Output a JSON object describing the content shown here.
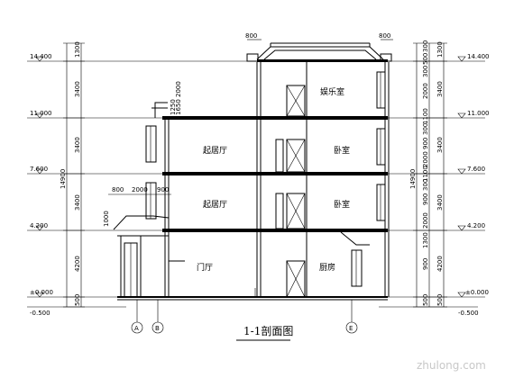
{
  "drawing": {
    "title": "1-1剖面图",
    "elevations_left": [
      "14.400",
      "11.000",
      "7.600",
      "4.200",
      "±0.000",
      "-0.500"
    ],
    "elevations_right": [
      "14.400",
      "11.000",
      "7.600",
      "4.200",
      "±0.000",
      "-0.500"
    ],
    "dims_left_outer": [
      "1300",
      "3400",
      "3400",
      "3400",
      "4200",
      "500"
    ],
    "dim_left_total": "14900",
    "dims_right_inner": [
      "300",
      "500",
      "300",
      "2000",
      "1100",
      "300",
      "900",
      "2000",
      "1100",
      "300",
      "900",
      "2000",
      "1300",
      "900",
      "500"
    ],
    "dims_right_outer": [
      "1300",
      "3400",
      "3400",
      "3400",
      "4200",
      "500"
    ],
    "dim_right_total": "14900",
    "dims_misc": [
      "800",
      "800",
      "1250",
      "1650",
      "2000",
      "800",
      "2000",
      "900",
      "1000"
    ],
    "rooms": [
      "娱乐室",
      "起居厅",
      "卧室",
      "起居厅",
      "卧室",
      "门厅",
      "厨房"
    ],
    "axes": [
      "A",
      "B",
      "E"
    ],
    "watermark": "zhulong.com"
  }
}
